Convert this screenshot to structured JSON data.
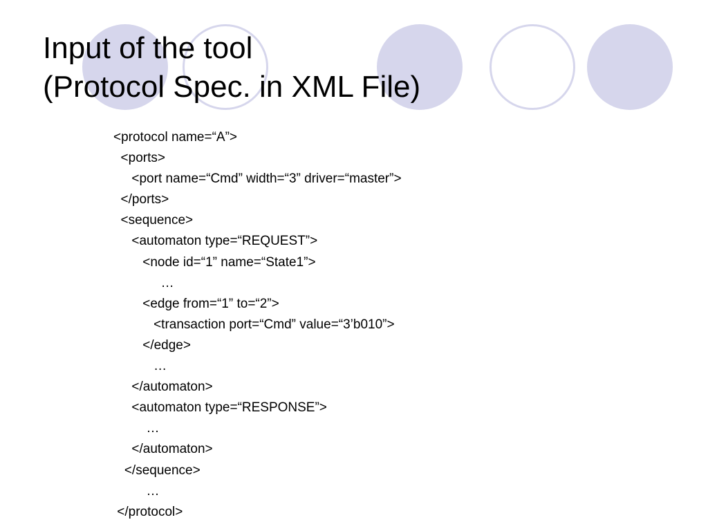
{
  "colors": {
    "accent_fill": "#d6d6ec",
    "accent_outline": "#d6d6ec",
    "background": "#ffffff",
    "text": "#000000"
  },
  "decoration": {
    "circles": [
      "filled",
      "outlined",
      "filled",
      "outlined",
      "filled"
    ]
  },
  "slide": {
    "title_lines": [
      "Input of the tool",
      "(Protocol Spec. in XML File)"
    ],
    "code_lines": [
      "<protocol name=“A”>",
      "  <ports>",
      "     <port name=“Cmd” width=“3” driver=“master”>",
      "  </ports>",
      "  <sequence>",
      "     <automaton type=“REQUEST”>",
      "        <node id=“1” name=“State1”>",
      "             …",
      "        <edge from=“1” to=“2”>",
      "           <transaction port=“Cmd” value=“3’b010”>",
      "        </edge>",
      "           …",
      "     </automaton>",
      "     <automaton type=“RESPONSE”>",
      "         …",
      "     </automaton>",
      "   </sequence>",
      "         …",
      " </protocol>"
    ]
  }
}
